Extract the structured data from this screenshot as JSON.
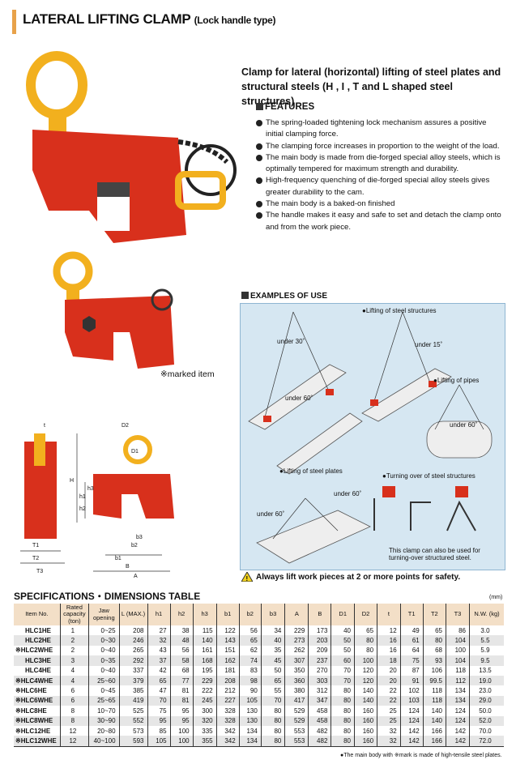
{
  "title": "LATERAL LIFTING CLAMP",
  "subtitle": "(Lock handle type)",
  "intro": "Clamp for lateral (horizontal) lifting of steel plates and structural steels (H , I , T and L shaped steel structures)",
  "features_heading": "FEATURES",
  "features": [
    "The spring-loaded tightening  lock mechanism assures a positive initial clamping force.",
    "The clamping force increases in proportion to the weight of the load.",
    "The main body  is made  from die-forged special alloy steels, which is optimally tempered for maximum strength and durability.",
    "High-frequency quenching of die-forged special alloy steels gives greater durability to the cam.",
    "The main body  is a baked-on finished",
    "The handle makes it easy and  safe to set and detach the clamp onto and from the work piece."
  ],
  "marked_item": "※marked item",
  "examples_heading": "EXAMPLES OF USE",
  "examples": {
    "lifting_structures": "●Lifting of  steel structures",
    "under15": "under 15˚",
    "under30": "under 30˚",
    "under60a": "under 60˚",
    "lifting_pipes": "●Lifting of pipes",
    "under60b": "under 60˚",
    "lifting_plates": "●Lifting of steel plates",
    "under60c": "under 60˚",
    "under60d": "under 60˚",
    "turning": "●Turning over of steel structures",
    "turning_note": "This clamp can also be used for turning-over structured steel."
  },
  "diagram_labels": [
    "t",
    "D2",
    "D1",
    "H",
    "h1",
    "h2",
    "h3",
    "b1",
    "b2",
    "b3",
    "T1",
    "T2",
    "T3",
    "B",
    "A"
  ],
  "warning": "Always lift work pieces at 2 or more points for safety.",
  "spec_heading": "SPECIFICATIONS・DIMENSIONS TABLE",
  "unit": "(mm)",
  "table": {
    "headers": [
      "Item No.",
      "Rated capacity (ton)",
      "Jaw opening",
      "L (MAX.)",
      "h1",
      "h2",
      "h3",
      "b1",
      "b2",
      "b3",
      "A",
      "B",
      "D1",
      "D2",
      "t",
      "T1",
      "T2",
      "T3",
      "N.W. (kg)"
    ],
    "rows": [
      [
        "HLC1HE",
        "1",
        "0~25",
        "208",
        "27",
        "38",
        "115",
        "122",
        "56",
        "34",
        "229",
        "173",
        "40",
        "65",
        "12",
        "49",
        "65",
        "86",
        "3.0"
      ],
      [
        "HLC2HE",
        "2",
        "0~30",
        "246",
        "32",
        "48",
        "140",
        "143",
        "65",
        "40",
        "273",
        "203",
        "50",
        "80",
        "16",
        "61",
        "80",
        "104",
        "5.5"
      ],
      [
        "※HLC2WHE",
        "2",
        "0~40",
        "265",
        "43",
        "56",
        "161",
        "151",
        "62",
        "35",
        "262",
        "209",
        "50",
        "80",
        "16",
        "64",
        "68",
        "100",
        "5.9"
      ],
      [
        "HLC3HE",
        "3",
        "0~35",
        "292",
        "37",
        "58",
        "168",
        "162",
        "74",
        "45",
        "307",
        "237",
        "60",
        "100",
        "18",
        "75",
        "93",
        "104",
        "9.5"
      ],
      [
        "HLC4HE",
        "4",
        "0~40",
        "337",
        "42",
        "68",
        "195",
        "181",
        "83",
        "50",
        "350",
        "270",
        "70",
        "120",
        "20",
        "87",
        "106",
        "118",
        "13.5"
      ],
      [
        "※HLC4WHE",
        "4",
        "25~60",
        "379",
        "65",
        "77",
        "229",
        "208",
        "98",
        "65",
        "360",
        "303",
        "70",
        "120",
        "20",
        "91",
        "99.5",
        "112",
        "19.0"
      ],
      [
        "※HLC6HE",
        "6",
        "0~45",
        "385",
        "47",
        "81",
        "222",
        "212",
        "90",
        "55",
        "380",
        "312",
        "80",
        "140",
        "22",
        "102",
        "118",
        "134",
        "23.0"
      ],
      [
        "※HLC6WHE",
        "6",
        "25~65",
        "419",
        "70",
        "81",
        "245",
        "227",
        "105",
        "70",
        "417",
        "347",
        "80",
        "140",
        "22",
        "103",
        "118",
        "134",
        "29.0"
      ],
      [
        "※HLC8HE",
        "8",
        "10~70",
        "525",
        "75",
        "95",
        "300",
        "328",
        "130",
        "80",
        "529",
        "458",
        "80",
        "160",
        "25",
        "124",
        "140",
        "124",
        "50.0"
      ],
      [
        "※HLC8WHE",
        "8",
        "30~90",
        "552",
        "95",
        "95",
        "320",
        "328",
        "130",
        "80",
        "529",
        "458",
        "80",
        "160",
        "25",
        "124",
        "140",
        "124",
        "52.0"
      ],
      [
        "※HLC12HE",
        "12",
        "20~80",
        "573",
        "85",
        "100",
        "335",
        "342",
        "134",
        "80",
        "553",
        "482",
        "80",
        "160",
        "32",
        "142",
        "166",
        "142",
        "70.0"
      ],
      [
        "※HLC12WHE",
        "12",
        "40~100",
        "593",
        "105",
        "100",
        "355",
        "342",
        "134",
        "80",
        "553",
        "482",
        "80",
        "160",
        "32",
        "142",
        "166",
        "142",
        "72.0"
      ]
    ]
  },
  "note": "●The main body with ※mark is made of high-tensile steel plates.",
  "colors": {
    "accent": "#e8a24a",
    "clamp_red": "#d8301c",
    "ring_yellow": "#f2b01e",
    "header_bg": "#f3dfc7",
    "panel_bg": "#d6e7f2"
  }
}
